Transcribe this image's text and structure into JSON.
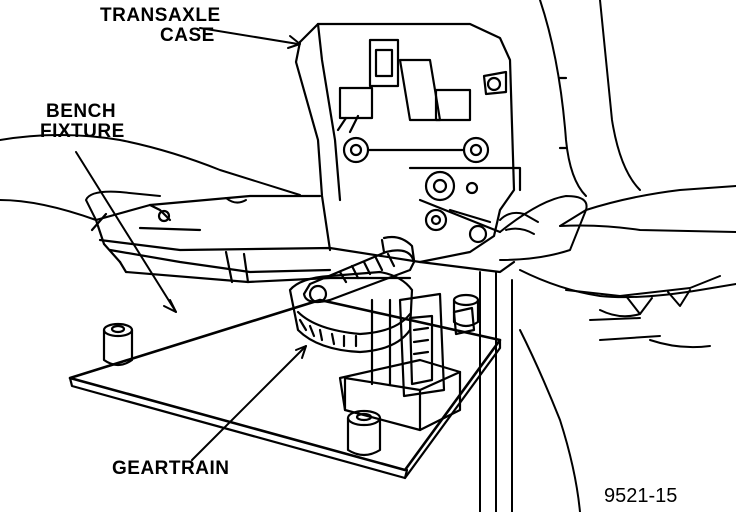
{
  "labels": {
    "transaxle_case_line1": "TRANSAXLE",
    "transaxle_case_line2": "CASE",
    "bench_fixture_line1": "BENCH",
    "bench_fixture_line2": "FIXTURE",
    "geartrain": "GEARTRAIN"
  },
  "figure_number": "9521-15",
  "colors": {
    "ink": "#000000",
    "paper": "#ffffff"
  }
}
